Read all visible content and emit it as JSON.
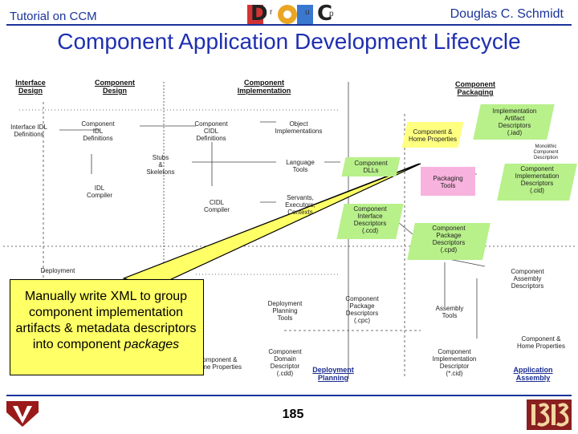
{
  "header": {
    "left_title": "Tutorial on CCM",
    "right_title": "Douglas C. Schmidt",
    "logo_letters": [
      "D",
      "r",
      "O",
      "u",
      "C",
      "p"
    ]
  },
  "title": "Component Application Development Lifecycle",
  "diagram": {
    "phases": {
      "interface_design": "Interface\nDesign",
      "component_design": "Component\nDesign",
      "component_implementation": "Component\nImplementation",
      "component_packaging": "Component\nPackaging",
      "application_assembly": "Application\nAssembly",
      "deployment_planning": "Deployment\nPlanning"
    },
    "nodes": {
      "interface_idl": "Interface IDL\nDefinitions",
      "component_idl": "Component\nIDL\nDefinitions",
      "component_cidl": "Component\nCIDL\nDefinitions",
      "object_impl": "Object\nImplementations",
      "stubs_skeletons": "Stubs\n&\nSkeletons",
      "language_tools": "Language\nTools",
      "idl_compiler": "IDL\nCompiler",
      "cidl_compiler": "CIDL\nCompiler",
      "servants": "Servants,\nExecutors,\nContexts",
      "impl_artifact": "Implementation\nArtifact\nDescriptors\n(.iad)",
      "component_home_props_top": "Component &\nHome Properties",
      "component_dlls": "Component\nDLLs",
      "packaging_tools": "Packaging\nTools",
      "component_impl_desc": "Component\nImplementation\nDescriptors\n(.cid)",
      "component_interface_desc": "Component\nInterface\nDescriptors\n(.ccd)",
      "component_package_desc": "Component\nPackage\nDescriptors\n(.cpd)",
      "component_assembly_desc": "Component\nAssembly\nDescriptors",
      "deployment": "Deployment",
      "deployment_planning_tools": "Deployment\nPlanning\nTools",
      "component_package_desc2": "Component\nPackage\nDescriptors\n(.cpc)",
      "assembly_tools": "Assembly\nTools",
      "component_home_props_bottom": "Component &\nHome Properties",
      "component_domain_desc": "Component\nDomain\nDescriptor\n(.cdd)",
      "component_impl_desc2": "Component\nImplementation\nDescriptor\n(*.cid)",
      "component_home_props_left": "Component &\nHome Properties",
      "monolithic_desc": "Monolithic\nComponent\nDescription"
    }
  },
  "callout": {
    "text_before": "Manually write XML to group component implementation artifacts & metadata descriptors into component ",
    "text_italic": "packages"
  },
  "footer": {
    "page_number": "185"
  },
  "colors": {
    "title_blue": "#1f2fb0",
    "callout_fill": "#ffff66",
    "green_box": "#b8f08a",
    "pink_box": "#f7b3dd",
    "yellow_box": "#ffff80"
  }
}
